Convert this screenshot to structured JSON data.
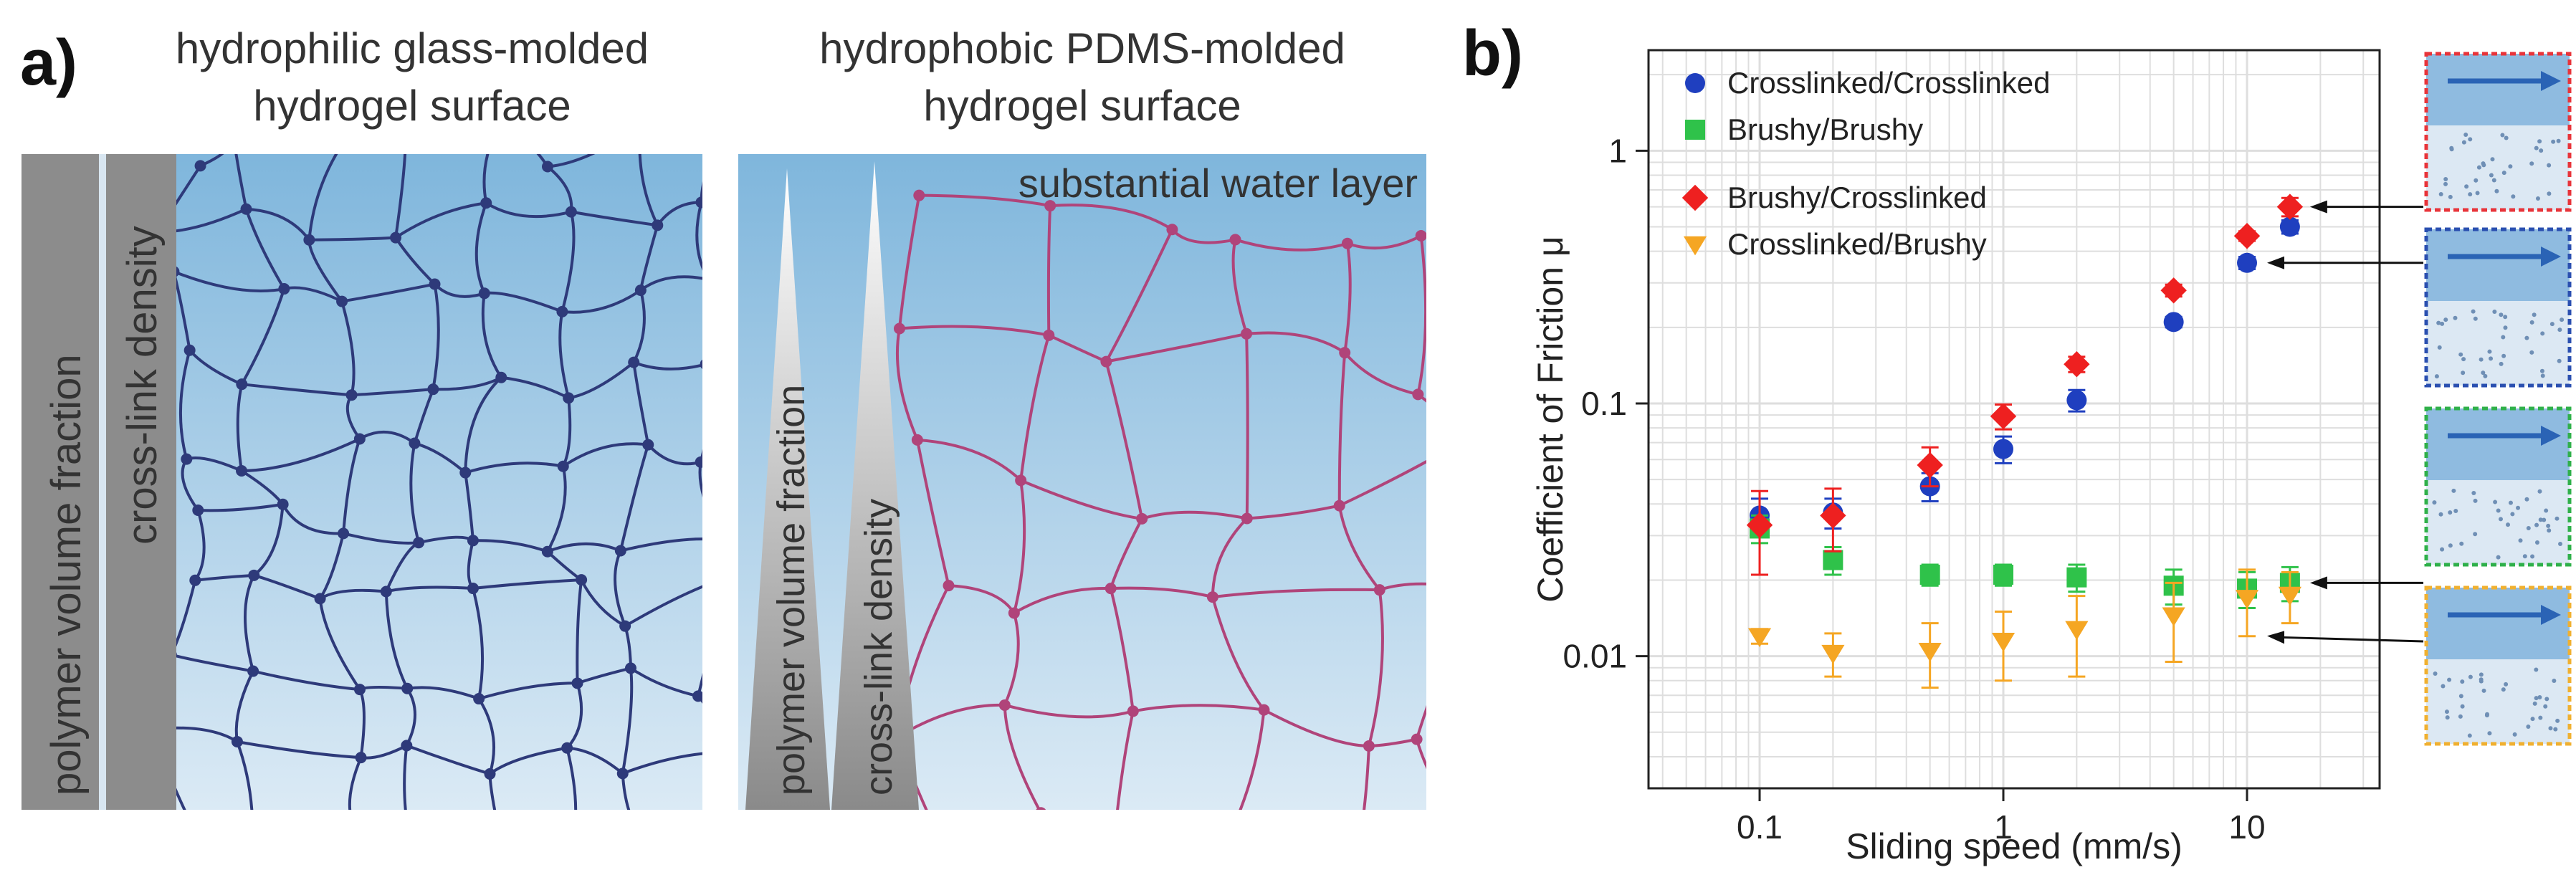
{
  "panel_a": {
    "label": "a)",
    "left": {
      "title_line1": "hydrophilic glass-molded",
      "title_line2": "hydrogel surface",
      "bar1_label": "polymer volume fraction",
      "bar2_label": "cross-link density",
      "network_color": "#2e3a7a"
    },
    "right": {
      "title_line1": "hydrophobic PDMS-molded",
      "title_line2": "hydrogel surface",
      "water_label": "substantial water layer",
      "wedge1_label": "polymer volume fraction",
      "wedge2_label": "cross-link density",
      "network_color": "#b0447a"
    },
    "gradient_top": "#7fb6dc",
    "gradient_bottom": "#dbeaf5"
  },
  "panel_b": {
    "label": "b)"
  },
  "chart_data": {
    "type": "scatter",
    "xlabel": "Sliding speed (mm/s)",
    "ylabel": "Coefficient of Friction μ",
    "xscale": "log",
    "yscale": "log",
    "xlim": [
      0.035,
      35
    ],
    "ylim": [
      0.003,
      2.5
    ],
    "x_ticks": [
      {
        "value": 0.1,
        "label": "0.1"
      },
      {
        "value": 1,
        "label": "1"
      },
      {
        "value": 10,
        "label": "10"
      }
    ],
    "y_ticks": [
      {
        "value": 0.01,
        "label": "0.01"
      },
      {
        "value": 0.1,
        "label": "0.1"
      },
      {
        "value": 1,
        "label": "1"
      }
    ],
    "grid": true,
    "legend_position": "top-left",
    "series": [
      {
        "name": "Crosslinked/Crosslinked",
        "color": "#1f3fbf",
        "marker": "circle",
        "x": [
          0.1,
          0.2,
          0.5,
          1,
          2,
          5,
          10,
          15
        ],
        "y": [
          0.036,
          0.037,
          0.047,
          0.066,
          0.103,
          0.21,
          0.36,
          0.5
        ],
        "err": [
          0.006,
          0.005,
          0.006,
          0.008,
          0.01,
          0.01,
          0.02,
          0.03
        ]
      },
      {
        "name": "Brushy/Brushy",
        "color": "#2fc24a",
        "marker": "square",
        "x": [
          0.1,
          0.2,
          0.5,
          1,
          2,
          5,
          10,
          15
        ],
        "y": [
          0.032,
          0.024,
          0.021,
          0.021,
          0.0205,
          0.019,
          0.0185,
          0.0195
        ],
        "err": [
          0.004,
          0.003,
          0.002,
          0.002,
          0.0025,
          0.003,
          0.003,
          0.003
        ]
      },
      {
        "name": "Brushy/Crosslinked",
        "color": "#ee2020",
        "marker": "diamond",
        "x": [
          0.1,
          0.2,
          0.5,
          1,
          2,
          5,
          10,
          15
        ],
        "y": [
          0.033,
          0.036,
          0.057,
          0.089,
          0.143,
          0.28,
          0.46,
          0.6
        ],
        "err": [
          0.012,
          0.01,
          0.01,
          0.01,
          0.01,
          0.015,
          0.02,
          0.05
        ]
      },
      {
        "name": "Crosslinked/Brushy",
        "color": "#f5a623",
        "marker": "triangle-down",
        "x": [
          0.1,
          0.2,
          0.5,
          1,
          2,
          5,
          10,
          15
        ],
        "y": [
          0.012,
          0.0103,
          0.0105,
          0.0115,
          0.0128,
          0.0145,
          0.017,
          0.0175
        ],
        "err": [
          0.0008,
          0.002,
          0.003,
          0.0035,
          0.0045,
          0.005,
          0.005,
          0.004
        ]
      }
    ]
  },
  "insets": [
    {
      "name": "inset-red",
      "border": "#e8343a",
      "points_to_series": 2,
      "at_x": 15,
      "at_y": 0.6
    },
    {
      "name": "inset-blue",
      "border": "#2a4fb0",
      "points_to_series": 0,
      "at_x": 10,
      "at_y": 0.36
    },
    {
      "name": "inset-green",
      "border": "#2fb04a",
      "points_to_series": 1,
      "at_x": 15,
      "at_y": 0.0195
    },
    {
      "name": "inset-yellow",
      "border": "#f0b030",
      "points_to_series": 3,
      "at_x": 10,
      "at_y": 0.0125
    }
  ]
}
